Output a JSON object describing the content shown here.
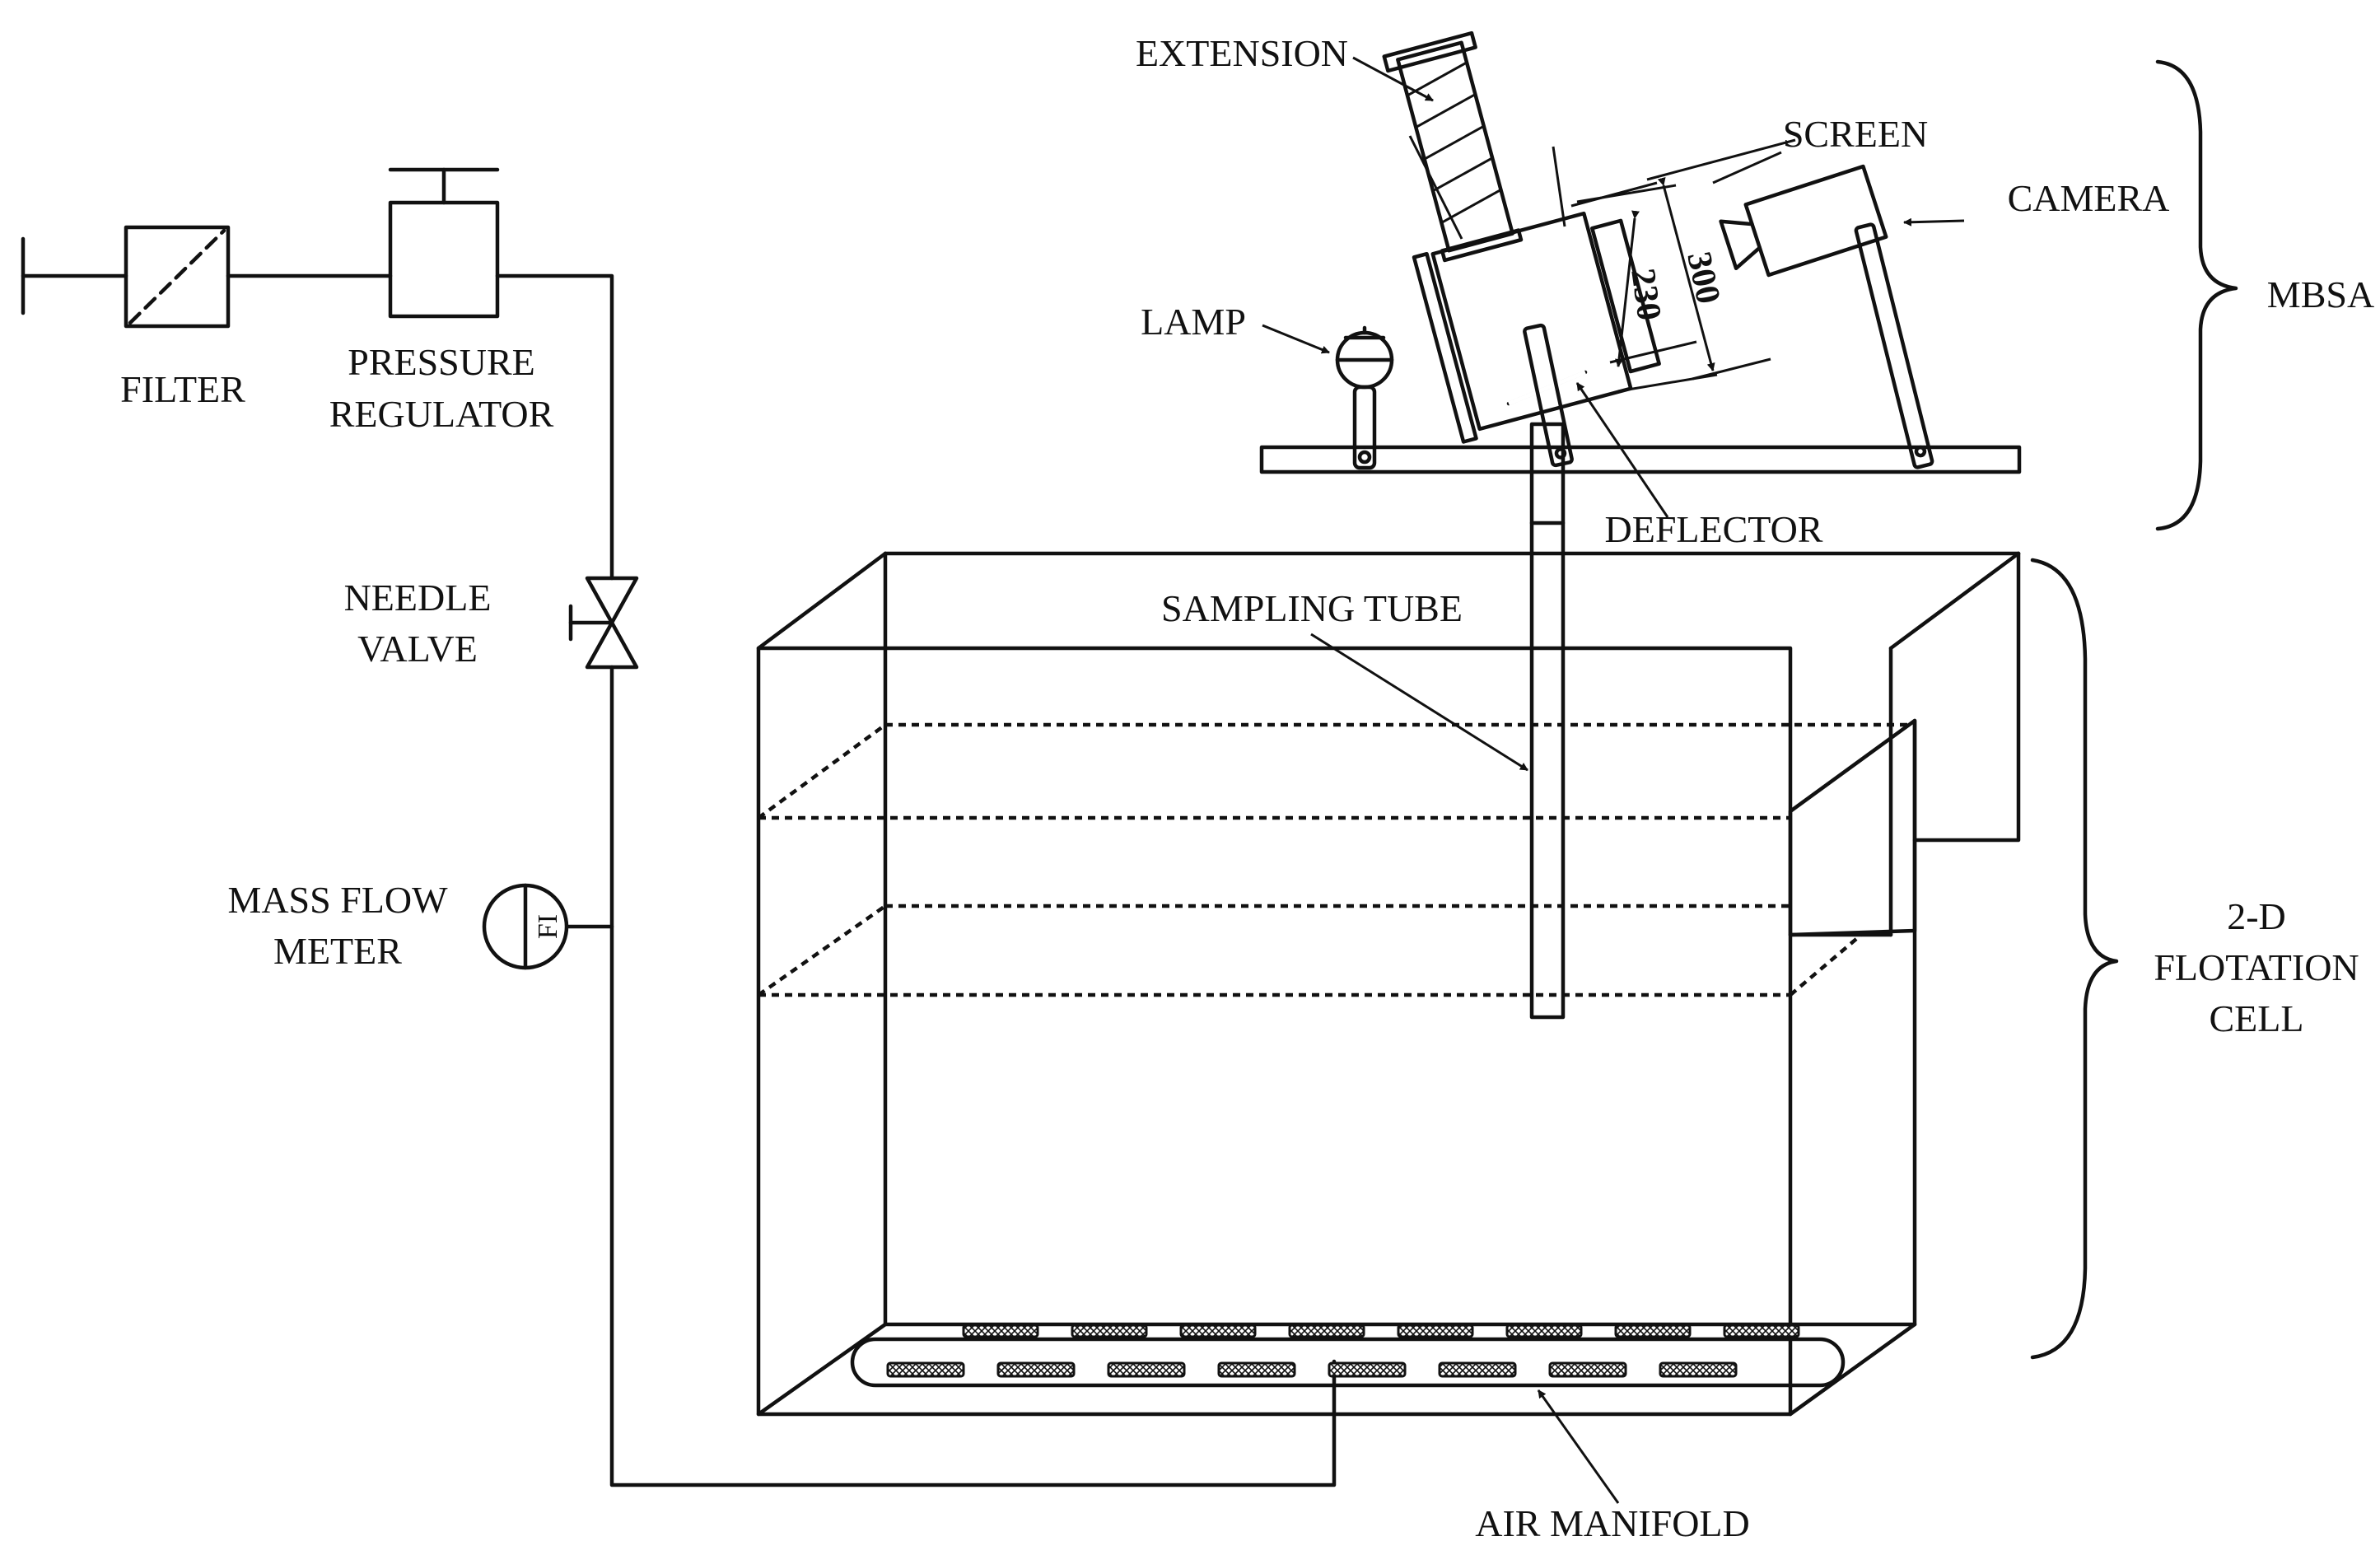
{
  "labels": {
    "filter": "FILTER",
    "pressure_regulator": [
      "PRESSURE",
      "REGULATOR"
    ],
    "needle_valve": [
      "NEEDLE",
      "VALVE"
    ],
    "mass_flow_meter": [
      "MASS FLOW",
      "METER"
    ],
    "flow_indicator_tag": "FI",
    "extension": "EXTENSION",
    "screen": "SCREEN",
    "camera": "CAMERA",
    "lamp": "LAMP",
    "deflector": "DEFLECTOR",
    "sampling_tube": "SAMPLING TUBE",
    "air_manifold": "AIR MANIFOLD",
    "mbsa": "MBSA",
    "flotation_cell": [
      "2-D",
      "FLOTATION",
      "CELL"
    ]
  },
  "dimensions": {
    "inner": "230",
    "outer": "300"
  }
}
